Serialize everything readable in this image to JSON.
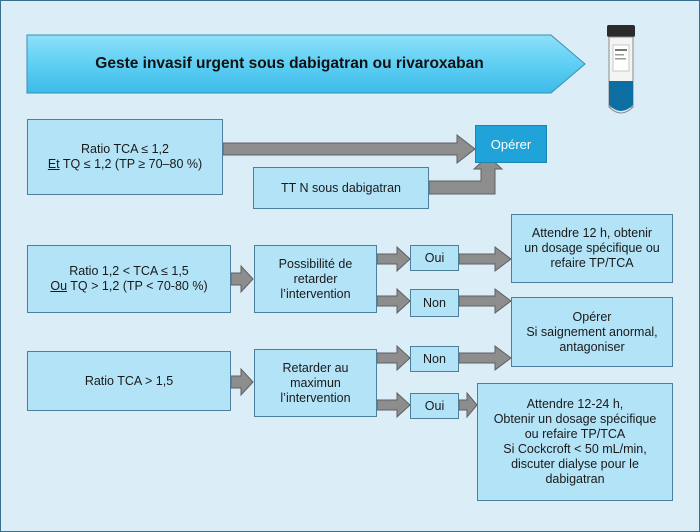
{
  "title": "Geste invasif urgent sous dabigatran ou rivaroxaban",
  "nodes": {
    "cond1": {
      "lines": [
        "Ratio TCA ≤ 1,2",
        "Et TQ ≤ 1,2 (TP ≥ 70–80 %)"
      ]
    },
    "operer_top": {
      "label": "Opérer"
    },
    "tt_n": {
      "label": "TT N sous dabigatran"
    },
    "cond2": {
      "lines": [
        "Ratio 1,2 < TCA ≤ 1,5",
        "Ou TQ > 1,2 (TP < 70-80 %)"
      ]
    },
    "possibilite": {
      "lines": [
        "Possibilité de",
        "retarder",
        "l’intervention"
      ]
    },
    "oui1": {
      "label": "Oui"
    },
    "non1": {
      "label": "Non"
    },
    "attendre12": {
      "lines": [
        "Attendre 12 h, obtenir",
        "un dosage spécifique ou",
        "refaire TP/TCA"
      ]
    },
    "operer_bleeding": {
      "lines": [
        "Opérer",
        "Si saignement anormal,",
        "antagoniser"
      ]
    },
    "cond3": {
      "label": "Ratio TCA > 1,5"
    },
    "retarder": {
      "lines": [
        "Retarder au",
        "maximun",
        "l’intervention"
      ]
    },
    "non2": {
      "label": "Non"
    },
    "oui2": {
      "label": "Oui"
    },
    "attendre1224": {
      "lines": [
        "Attendre 12-24 h,",
        "Obtenir un dosage spécifique",
        "ou refaire TP/TCA",
        "Si Cockcroft < 50 mL/min,",
        "discuter dialyse pour le",
        "dabigatran"
      ]
    }
  },
  "colors": {
    "background": "#dbeef8",
    "box_fill": "#b3e3f7",
    "box_border": "#4c7f9b",
    "operate_fill": "#1fa3d9",
    "arrow_fill": "#8d8d8d",
    "banner_fill": "#5fcff4"
  },
  "icons": {
    "corner": "test-tube-icon"
  }
}
